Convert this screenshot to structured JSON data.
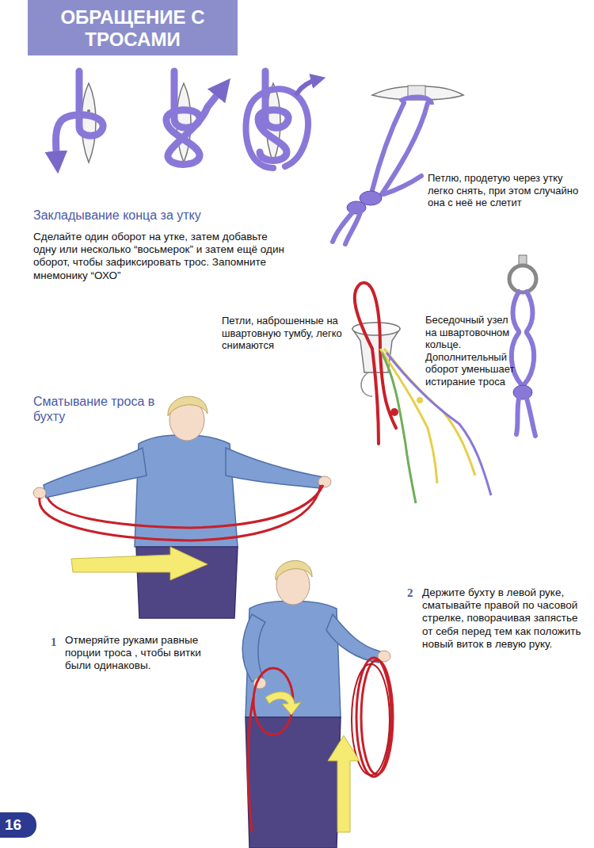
{
  "diagram": {
    "title": "ОБРАЩЕНИЕ С ТРОСАМИ",
    "labels": [
      "Закладывание конца за утку",
      "Сделайте один оборот на утке, затем добавьте одну или несколько “восьмерок” и затем ещё один оборот, чтобы зафиксировать трос. Запомните мнемонику “ОХО”",
      "Петлю, продетую через утку легко снять, при этом случайно она с неё не слетит",
      "Петли, наброшенные на швартовную тумбу, легко снимаются",
      "Беседочный узел на швартовочном кольце. Дополнительный оборот уменьшает истирание троса",
      "Сматывание троса в бухту",
      "1",
      "Отмеряйте руками равные порции троса , чтобы витки были одинаковы.",
      "2",
      "Держите бухту в левой руке, сматывайте правой по часовой стрелке, поворачивая запястье от себя перед тем как положить новый виток в левую руку.",
      "16"
    ]
  }
}
